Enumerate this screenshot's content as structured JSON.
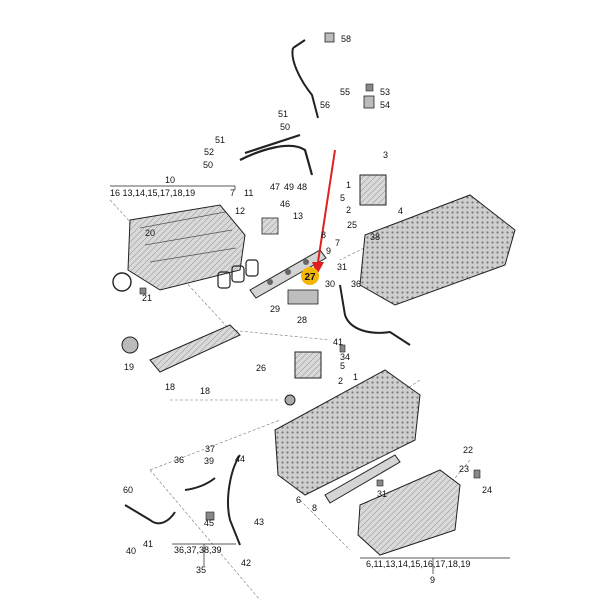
{
  "diagram": {
    "highlight": {
      "label": "27",
      "color": "#f2b705"
    },
    "arrow_color": "#e02020",
    "callouts": {
      "c58": "58",
      "c55": "55",
      "c56": "56",
      "c53": "53",
      "c54": "54",
      "c51a": "51",
      "c50a": "50",
      "c51b": "51",
      "c52": "52",
      "c50b": "50",
      "c3": "3",
      "c47": "47",
      "c49": "49",
      "c48": "48",
      "c10": "10",
      "c16grp": "16 13,14,15,17,18,19",
      "c7": "7",
      "c11": "11",
      "c46": "46",
      "c12": "12",
      "c13": "13",
      "c1a": "1",
      "c5a": "5",
      "c2a": "2",
      "c4": "4",
      "c25": "25",
      "c38": "38",
      "c20": "20",
      "c8": "8",
      "c7b": "7",
      "c9": "9",
      "c31": "31",
      "c36a": "36",
      "c21": "21",
      "c30": "30",
      "c29": "29",
      "c28": "28",
      "c41a": "41",
      "c34": "34",
      "c19": "19",
      "c26": "26",
      "c5b": "5",
      "c1b": "1",
      "c18a": "18",
      "c18b": "18",
      "c2b": "2",
      "c36b": "36",
      "c37": "37",
      "c39": "39",
      "c44": "44",
      "c22": "22",
      "c23": "23",
      "c24": "24",
      "c60": "60",
      "c40": "40",
      "c41b": "41",
      "c45": "45",
      "c43": "43",
      "c6": "6",
      "c8b": "8",
      "c31b": "31",
      "c35grp": "36,37,38,39",
      "c35": "35",
      "c42": "42",
      "c9grp": "6,11,13,14,15,16,17,18,19",
      "c9b": "9"
    }
  }
}
